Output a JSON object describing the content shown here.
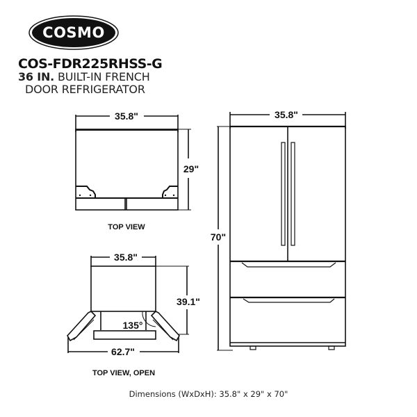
{
  "brand": {
    "logo_text": "COSMO"
  },
  "product": {
    "model": "COS-FDR225RHSS-G",
    "size_bold": "36 IN.",
    "title_line1_rest": " BUILT-IN FRENCH",
    "title_line2": "DOOR REFRIGERATOR"
  },
  "views": {
    "top_view": {
      "label": "TOP VIEW",
      "width": "35.8\"",
      "depth": "29\""
    },
    "top_view_open": {
      "label": "TOP VIEW, OPEN",
      "width": "35.8\"",
      "depth": "39.1\"",
      "angle": "135°",
      "open_width": "62.7\""
    },
    "front_view": {
      "width": "35.8\"",
      "height": "70\""
    }
  },
  "footer": {
    "dimensions_text": "Dimensions (WxDxH): 35.8\" x 29\" x 70\""
  },
  "colors": {
    "line": "#111111",
    "background": "#ffffff",
    "logo_fill": "#111111",
    "logo_text": "#ffffff"
  }
}
